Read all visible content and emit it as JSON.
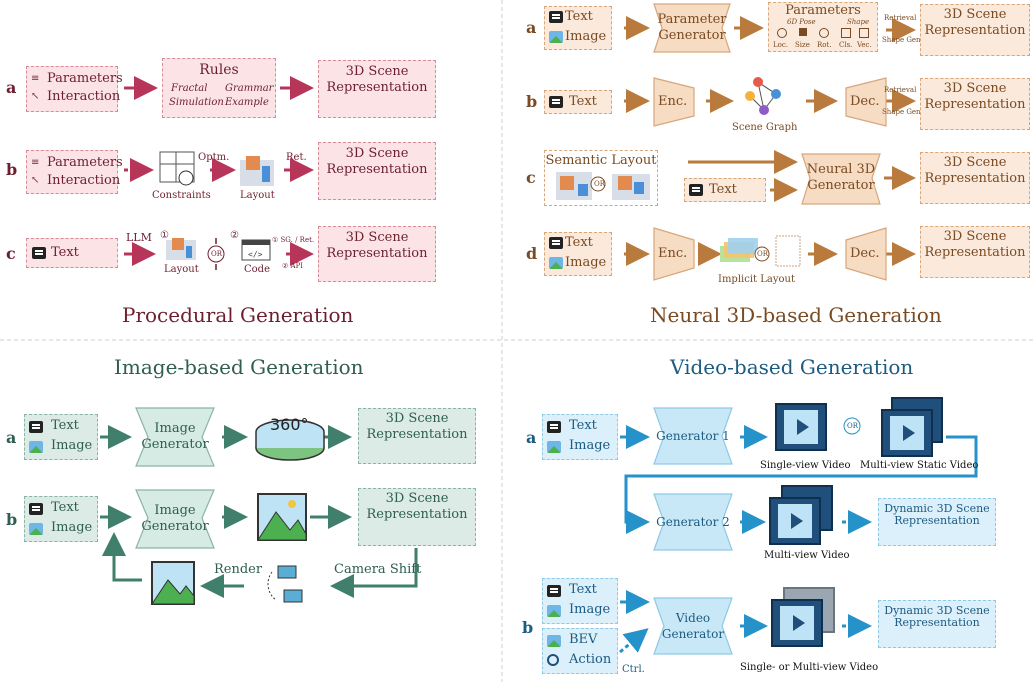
{
  "titles": {
    "procedural": "Procedural Generation",
    "neural": "Neural 3D-based Generation",
    "image": "Image-based Generation",
    "video": "Video-based Generation"
  },
  "common": {
    "text": "Text",
    "image": "Image",
    "scene_rep": "3D Scene\nRepresentation",
    "parameters": "Parameters",
    "interaction": "Interaction",
    "dynamic_rep": "Dynamic 3D Scene\nRepresentation"
  },
  "letters": {
    "a": "a",
    "b": "b",
    "c": "c",
    "d": "d"
  },
  "procedural": {
    "rules": "Rules",
    "fractal": "Fractal",
    "grammar": "Grammar",
    "simulation": "Simulation",
    "example": "Example",
    "constraints": "Constraints",
    "optm": "Optm.",
    "layout": "Layout",
    "ret": "Ret.",
    "llm": "LLM",
    "layout_c": "Layout",
    "code": "Code",
    "or": "OR",
    "sg_ret": "SG. / Ret.",
    "api": "API",
    "n1": "①",
    "n2": "②"
  },
  "neural": {
    "param_gen": "Parameter\nGenerator",
    "parameters": "Parameters",
    "pose": "6D Pose",
    "shape": "Shape",
    "loc": "Loc.",
    "size": "Size",
    "rot": "Rot.",
    "cls": "Cls.",
    "vec": "Vec.",
    "retrieval": "Retrieval",
    "shape_gen": "Shape Gen.",
    "enc": "Enc.",
    "dec": "Dec.",
    "scene_graph": "Scene Graph",
    "semantic_layout": "Semantic Layout",
    "neural_gen": "Neural 3D\nGenerator",
    "implicit_layout": "Implicit Layout",
    "or": "OR"
  },
  "image": {
    "generator": "Image\nGenerator",
    "render": "Render",
    "camera_shift": "Camera Shift",
    "deg360": "360°"
  },
  "video": {
    "gen1": "Generator 1",
    "gen2": "Generator 2",
    "video_gen": "Video\nGenerator",
    "single_view": "Single-view Video",
    "multi_static": "Multi-view Static Video",
    "multi_view": "Multi-view Video",
    "single_or_multi": "Single- or Multi-view Video",
    "bev": "BEV",
    "action": "Action",
    "ctrl": "Ctrl.",
    "or": "OR"
  },
  "colors": {
    "pink_arrow": "#b8355a",
    "peach_arrow": "#b97a3d",
    "green_arrow": "#3f7f6c",
    "blue_arrow": "#2592c9"
  }
}
